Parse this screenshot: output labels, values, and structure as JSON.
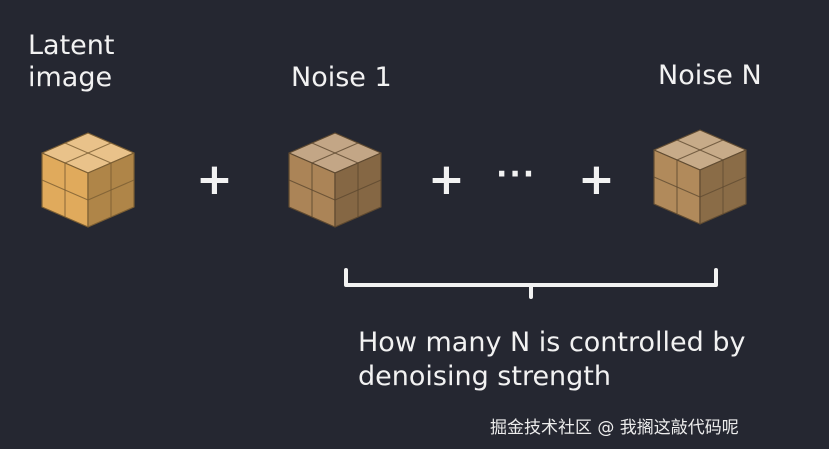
{
  "latent": {
    "line1": "Latent",
    "line2": "image",
    "color": "#e0aa5c"
  },
  "noise1": {
    "label": "Noise 1",
    "color": "#ab8457"
  },
  "noiseN": {
    "label": "Noise N",
    "color": "#b18a5b"
  },
  "operators": {
    "plus": "+",
    "ellipsis": "···"
  },
  "annotation": {
    "line1": "How many N is controlled by",
    "line2": "denoising strength"
  },
  "watermark": "掘金技术社区 @ 我搁这敲代码呢"
}
